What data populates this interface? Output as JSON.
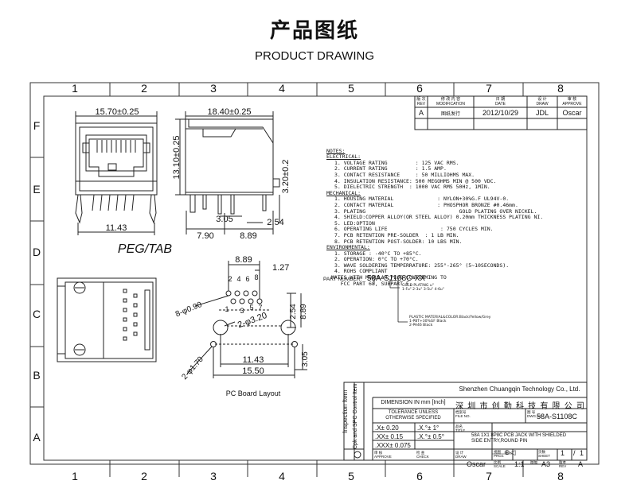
{
  "header": {
    "title_cn": "产品图纸",
    "title_en": "PRODUCT DRAWING"
  },
  "grid": {
    "columns": [
      "1",
      "2",
      "3",
      "4",
      "5",
      "6",
      "7",
      "8"
    ],
    "rows": [
      "F",
      "E",
      "D",
      "C",
      "B",
      "A"
    ]
  },
  "dimensions": {
    "front_width": "15.70±0.25",
    "front_bottom": "11.43",
    "side_length": "18.40±0.25",
    "side_height": "13.10±0.25",
    "side_pin": "3.20±0.2",
    "d_305": "3.05",
    "d_254": "2.54",
    "d_790": "7.90",
    "d_889": "8.89",
    "peg_tab": "PEG/TAB",
    "pcb_889": "8.89",
    "pcb_127": "1.27",
    "pcb_holes": "8-φ0.90",
    "pcb_320": "2-φ3.20",
    "pcb_170": "2-φ1.70",
    "pcb_254": "2.54",
    "pcb_889v": "8.89",
    "pcb_1143": "11.43",
    "pcb_1550": "15.50",
    "pcb_305": "3.05",
    "pin_2": "2",
    "pin_4": "4",
    "pin_6": "6",
    "pin_8": "8",
    "pin_1": "1",
    "pin_3": "3",
    "pin_5": "5",
    "pin_7": "7",
    "pcb_layout": "PC Board Layout"
  },
  "revision": {
    "headers": [
      {
        "cn": "版 次",
        "en": "REV"
      },
      {
        "cn": "修 改 内 容",
        "en": "MODIFICATION"
      },
      {
        "cn": "日 期",
        "en": "DATE"
      },
      {
        "cn": "设 计",
        "en": "DRAW"
      },
      {
        "cn": "审 核",
        "en": "APPROVE"
      }
    ],
    "row": {
      "rev": "A",
      "mod": "图纸发行",
      "date": "2012/10/29",
      "draw": "JDL",
      "approve": "Oscar"
    }
  },
  "notes": {
    "title": "NOTES:",
    "electrical_title": "ELECTRICAL:",
    "electrical": [
      "1. VOLTAGE RATING         : 125 VAC RMS.",
      "2. CURRENT RATING         : 1.5 AMP.",
      "3. CONTACT RESISTANCE     : 50 MILLIOHMS MAX.",
      "4. INSULATION RESISTANCE: 500 MEGOHMS MIN @ 500 VDC.",
      "5. DIELECTRIC STRENGTH  : 1000 VAC RMS 50Hz, 1MIN."
    ],
    "mechanical_title": "MECHANICAL:",
    "mechanical": [
      "1. HOUSING MATERIAL              : NYLON+30%G.F UL94V-0.",
      "2. CONTACT MATERIAL              : PHOSPHOR BRONZE #0.46mm.",
      "3. PLATING                              GOLD PLATING OVER NICKEL.",
      "4. SHIELD:COPPER ALLOY(OR STEEL ALLOY) 0.20mm THICKNESS PLATING NI.",
      "5. LED:OPTION",
      "6. OPERATING LIFE                 : 750 CYCLES MIN.",
      "7. PCB RETENTION PRE-SOLDER  : 1 LB MIN.",
      "8. PCB RETENTION POST-SOLDER: 10 LBS MIN."
    ],
    "environmental_title": "ENVIRONMENTAL:",
    "environmental": [
      "1. STORAGE : -40°C TO +85°C.",
      "2. OPERATION: 0°C TO +70°C.",
      "3. WAVE SOLDERING TEMPERRATURE: 255°-265° (5~10SECONDS).",
      "4. ROHS COMPLIANT",
      "MATES WITH MODULAR PLUG CONFORMING TO",
      "   FCC PART 68, SUBPART F."
    ],
    "part_number_label": "PART NUMBER:",
    "part_number": "58A-S1108C-XX",
    "gold_plating": "GOLD PLATING  u\"",
    "gold_options": "1-Fu\" 2-3u\" 3-5u\" 4-6u\"",
    "plastic": "PLASTIC MATERIAL&COLOR:Black/Yellow/Grey",
    "plastic_1": "1-PBT+30%GF Black",
    "plastic_2": "2-PA46 Black"
  },
  "title_block": {
    "company": "Shenzhen Chuangqin Technology Co., Ltd.",
    "company_cn": "深 圳 市 创 勤 科 技 有 限 公 司",
    "side_label": "Inspection Item",
    "side_label2": "Cpk and SPC Control Item",
    "dimension_label": "DIMENSION IN mm [Inch]",
    "tolerance": "TOLERANCE UNLESS",
    "otherwise": "OTHERWISE SPECIFIED",
    "tol_rows": [
      [
        ".X± 0.20",
        ".X.°± 1°"
      ],
      [
        ".XX± 0.15",
        ".X.°± 0.5°"
      ],
      [
        ".XXX± 0.075",
        ""
      ]
    ],
    "file_no_label": "FILE NO.",
    "file_no_cn": "档案号",
    "dwg_no_label": "DWG NO.",
    "dwg_no_cn": "图 号",
    "dwg_no": "58A-S1108C",
    "title_label": "TITLE",
    "title_cn": "品名",
    "title_text1": "58A 1X1 8P8C PCB JACK WITH SHIELDED",
    "title_text2": "SIDE ENTRY,ROUND PIN",
    "approve_label": "APPROVE",
    "approve_cn": "审 核",
    "check_label": "CHECK",
    "check_cn": "检 查",
    "draw_label": "DRAW",
    "draw_cn": "设 计",
    "draw_name": "Oscar",
    "scale_label": "SCALE",
    "scale_cn": "比例",
    "scale": "1:1",
    "size_cn": "图幅",
    "size": "A3",
    "proj_label": "PROJ.",
    "proj_cn": "视图",
    "sheet_label": "SHEET",
    "sheet_cn": "页数",
    "sheet": "1",
    "sheet_total": "1",
    "rev_label": "REV",
    "rev_cn": "版本",
    "rev": "A"
  }
}
